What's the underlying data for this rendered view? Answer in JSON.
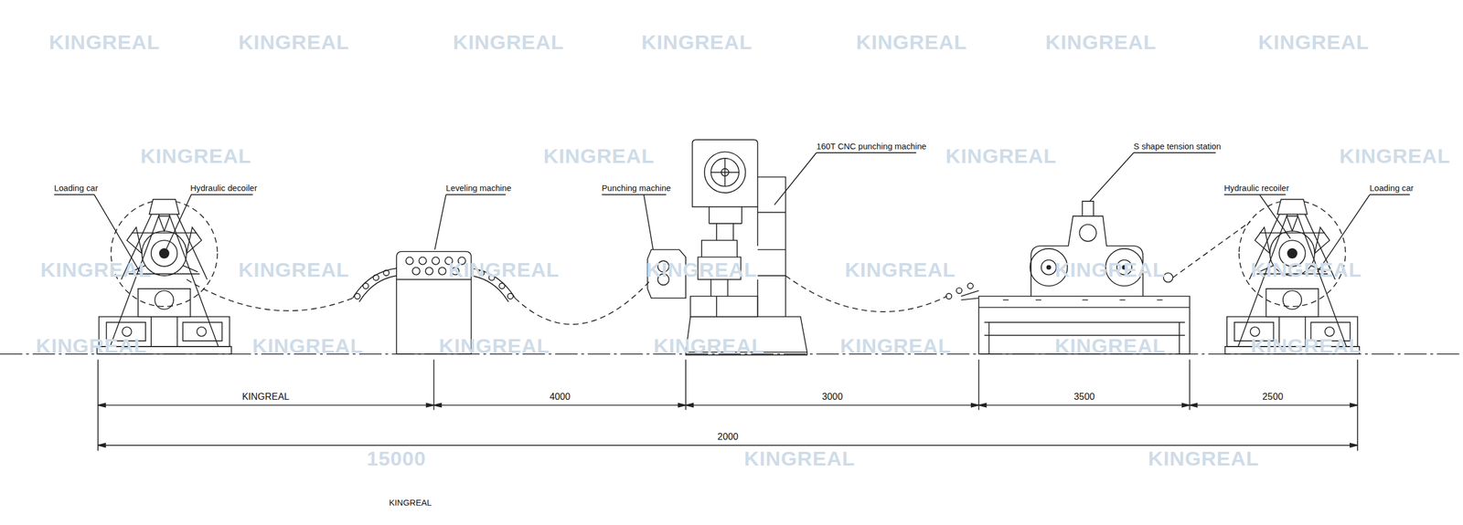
{
  "diagram": {
    "labels": [
      "KINGREAL",
      "KINGREAL",
      "KINGREAL",
      "KINGREAL",
      "KINGREAL",
      "KINGREAL",
      "KINGREAL",
      "KINGREAL",
      "KINGREAL",
      "KINGREAL",
      "KINGREAL",
      "160T CNC punching machine",
      "S shape tension station",
      "Loading car",
      "Hydraulic decoiler",
      "Leveling machine",
      "Punching machine",
      "Hydraulic recoiler",
      "Loading car",
      "KINGREAL",
      "KINGREAL",
      "KINGREAL",
      "KINGREAL",
      "KINGREAL",
      "KINGREAL",
      "KINGREAL",
      "KINGREAL",
      "KINGREAL",
      "KINGREAL",
      "KINGREAL",
      "KINGREAL",
      "KINGREAL",
      "KINGREAL",
      "KINGREAL",
      "4000",
      "3000",
      "3500",
      "2500",
      "2000",
      "15000",
      "KINGREAL",
      "KINGREAL",
      "KINGREAL"
    ]
  }
}
